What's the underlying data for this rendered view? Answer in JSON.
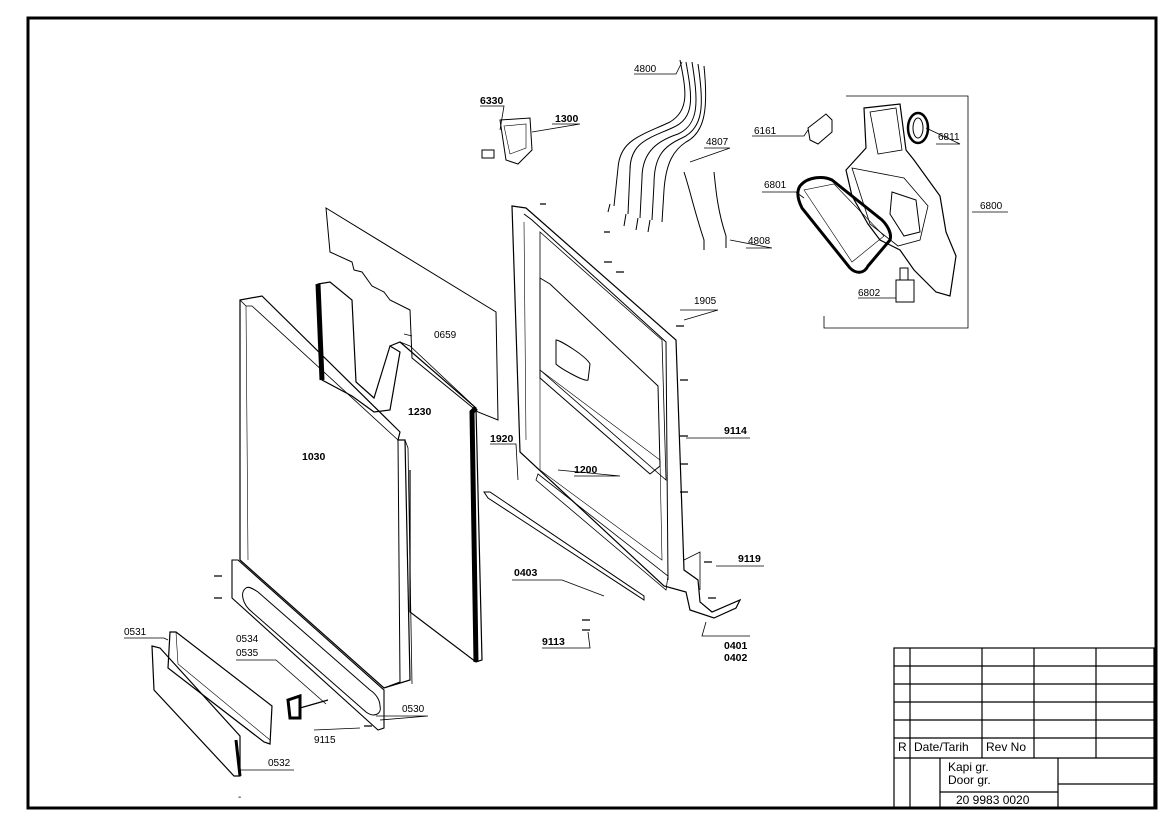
{
  "labels": {
    "l4800": "4800",
    "l6330": "6330",
    "l1300": "1300",
    "l6161": "6161",
    "l6811": "6811",
    "l4807": "4807",
    "l6801": "6801",
    "l6800": "6800",
    "l4808": "4808",
    "l6802": "6802",
    "l1905": "1905",
    "l0659": "0659",
    "l1230": "1230",
    "l1030": "1030",
    "l9114": "9114",
    "l1920": "1920",
    "l1200": "1200",
    "l9119": "9119",
    "l0403": "0403",
    "l0401": "0401",
    "l0402": "0402",
    "l9113": "9113",
    "l0531": "0531",
    "l0534": "0534",
    "l0535": "0535",
    "l0530": "0530",
    "l9115": "9115",
    "l0532": "0532",
    "dash": "-"
  },
  "title_block": {
    "rev_col": "R",
    "date_header": "Date/Tarih",
    "revno_header": "Rev No",
    "name_tr": "Kapi gr.",
    "name_en": "Door gr.",
    "part_number": "20 9983 0020"
  }
}
